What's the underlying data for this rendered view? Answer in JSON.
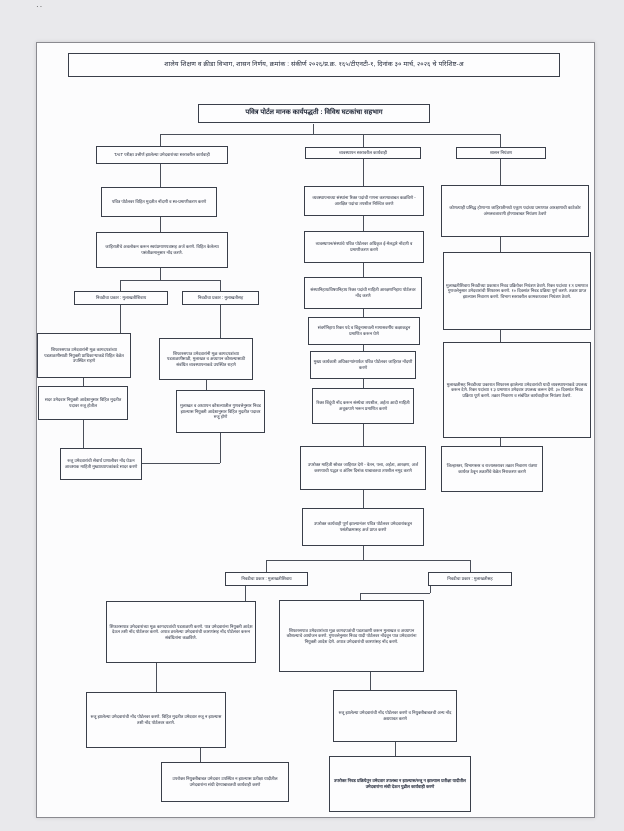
{
  "page": {
    "corner_mark": "··",
    "header": "शालेय शिक्षण व क्रीडा विभाग, शासन निर्णय, क्रमांक : संकीर्ण २०२६/प्र.क्र. १६५/टीएनटी-१, दिनांक ३० मार्च, २०२६ चे परिशिष्ट-अ",
    "title": "पवित्र पोर्टल मानक कार्यपद्धती : विविध घटकांचा सहभाग"
  },
  "flow": {
    "left": {
      "header": "TAIT परीक्षा उत्तीर्ण झालेल्या उमेदवारांच्या स्तरावरील कार्यवाही",
      "l1": "पवित्र पोर्टलवर विहित मुदतीत नोंदणी व स्व-प्रमाणीकरण करणे",
      "l2": "जाहिरातीचे अवलोकन करून स्वयंप्रमाणपत्रासह अर्ज करणे. विहित केलेल्या पसंतीक्रमानुसार नोंद करणे.",
      "l3a": "निवडीचा प्रकार : मुलाखतीशिवाय",
      "l3b": "निवडीचा प्रकार : मुलाखतीसह",
      "l4": "शिफारसपात्र उमेदवारांनी मूळ कागदपत्रांच्या पडताळणीसाठी नियुक्ती प्राधिकाऱ्याकडे विहित वेळेत उपस्थित राहणे",
      "l5": "सदर उमेदवार नियुक्ती आदेशानुसार विहित मुदतीत पदावर रुजू होतील",
      "l6": "शिफारसपात्र उमेदवारांनी मूळ कागदपत्रांच्या पडताळणीसाठी, मुलाखत व अध्यापन कौशल्यासाठी संबंधित व्यवस्थापनाकडे उपस्थित राहणे",
      "l7": "मुलाखत व अध्यापन कौशल्यातील गुणवत्तेनुसार निवड झाल्यास नियुक्ती आदेशानुसार विहित मुदतीत पदावर रुजू होणे",
      "l8": "रुजू उमेदवारांची सेवार्थ प्रणालीवर नोंद घेऊन आवश्यक माहिती मुख्याध्यापकांकडे सादर करणे"
    },
    "middle": {
      "header": "व्यवस्थापन स्तरावरील कार्यवाही",
      "m1": "व्यवस्थापनाच्या संस्थांना रिक्त पदांची गणना करण्याबाबत कळविणे - आरक्षित पदांचा तपशील निश्चित करणे",
      "m2": "व्यवस्थापन/संस्थांचे पवित्र पोर्टलवर अधिकृत ई-मेलद्वारे नोंदणी व प्रमाणीकरण करणे",
      "m3": "संस्थानिहाय/विषयनिहाय रिक्त पदांची माहिती आरक्षणनिहाय पोर्टलवर नोंद करणे",
      "m4": "संवर्गनिहाय रिक्त पदे व बिंदुनामावली मागासवर्गीय कक्षाकडून प्रमाणित करून घेणे",
      "m5": "मुख्य कार्यकारी अधिकाऱ्यांमार्फत पवित्र पोर्टलवर जाहिरात नोंदणी करणे",
      "m6": "रिक्त बिंदूंची नोंद करून संस्थेचा तपशील, अर्हता आदी माहिती अचूकपणे भरून प्रमाणित करणे",
      "m7": "उपरोक्त माहिती सोबत जाहिरात देणे - वेतन, पत्ता, अर्हता, आरक्षण, अर्ज करण्याची पद्धत व अंतिम दिनांक याबाबतचा तपशील नमूद करणे",
      "m8": "उपरोक्त कार्यवाही पूर्ण झाल्यानंतर पवित्र पोर्टलवर उमेदवारांकडून पसंतीक्रमासह अर्ज प्राप्त करणे",
      "m9a": "निवडीचा प्रकार : मुलाखतीशिवाय",
      "m9b": "निवडीचा प्रकार : मुलाखतीसह",
      "m10": "शिफारसपात्र उमेदवारांच्या मूळ कागदपत्रांची पडताळणी करणे. पात्र उमेदवारांना नियुक्ती आदेश देऊन तशी नोंद पोर्टलवर करणे. अपात्र ठरलेल्या उमेदवारांची कारणांसह नोंद पोर्टलवर करून संबंधितांना कळविणे.",
      "m11": "रुजू झालेल्या उमेदवारांची नोंद पोर्टलवर करणे. विहित मुदतीत उमेदवार रुजू न झाल्यास तशी नोंद पोर्टलवर करणे.",
      "m12": "उपरोक्त नियुक्तीबाबत उमेदवार उपस्थित न झाल्यास प्रतीक्षा यादीतील उमेदवारांना संधी देण्याबाबतची कार्यवाही करणे",
      "m13": "शिफारसपात्र उमेदवारांच्या मूळ कागदपत्रांची पडताळणी करून मुलाखत व अध्यापन कौशल्याचे आयोजन करणे. गुणवत्तेनुसार निवड यादी पोर्टलवर नोंदवून पात्र उमेदवारांना नियुक्ती आदेश देणे. अपात्र उमेदवारांची कारणांसह नोंद करणे.",
      "m14": "रुजू झालेल्या उमेदवारांची नोंद पोर्टलवर करणे व नियुक्तीबाबतची अन्य नोंद अद्ययावत करणे",
      "m15": "उपरोक्त निवड प्रक्रियेतून उमेदवार उपलब्ध न झाल्यास/रुजू न झाल्यास प्रतीक्षा यादीतील उमेदवारांना संधी देऊन पुढील कार्यवाही करणे"
    },
    "right": {
      "header": "शासन नियंत्रण",
      "r1": "कोणत्याही प्रसिद्ध होणाऱ्या जाहिरातीमध्ये एकूण पदांच्या प्रमाणात आरक्षणाची काटेकोर अंमलबजावणी होण्याबाबत नियंत्रण ठेवणे",
      "r2": "मुलाखतीशिवाय निवडीच्या प्रकारात निवड प्रक्रियेवर नियंत्रण ठेवणे. रिक्त पदांच्या १:१ प्रमाणात गुणवत्तेनुसार उमेदवारांची शिफारस करणे. १० दिवसांत निवड प्रक्रिया पूर्ण करणे. तक्रार प्राप्त झाल्यास निवारण करणे. विभाग स्तरावरील कामकाजावर नियंत्रण ठेवणे.",
      "r3": "मुलाखतीसह निवडीच्या प्रकारात शिफारस झालेल्या उमेदवारांची यादी व्यवस्थापनाकडे उपलब्ध करून देणे. रिक्त पदांच्या १:३ प्रमाणात उमेदवार उपलब्ध करून देणे. ३० दिवसांत निवड प्रक्रिया पूर्ण करणे. तक्रार निवारण व संबंधित कार्यवाहीवर नियंत्रण ठेवणे.",
      "r4": "जिल्हास्तर, विभागस्तर व राज्यस्तरावर तक्रार निवारण यंत्रणा कार्यरत ठेवून तक्रारींचे वेळेत निराकरण करणे"
    }
  }
}
